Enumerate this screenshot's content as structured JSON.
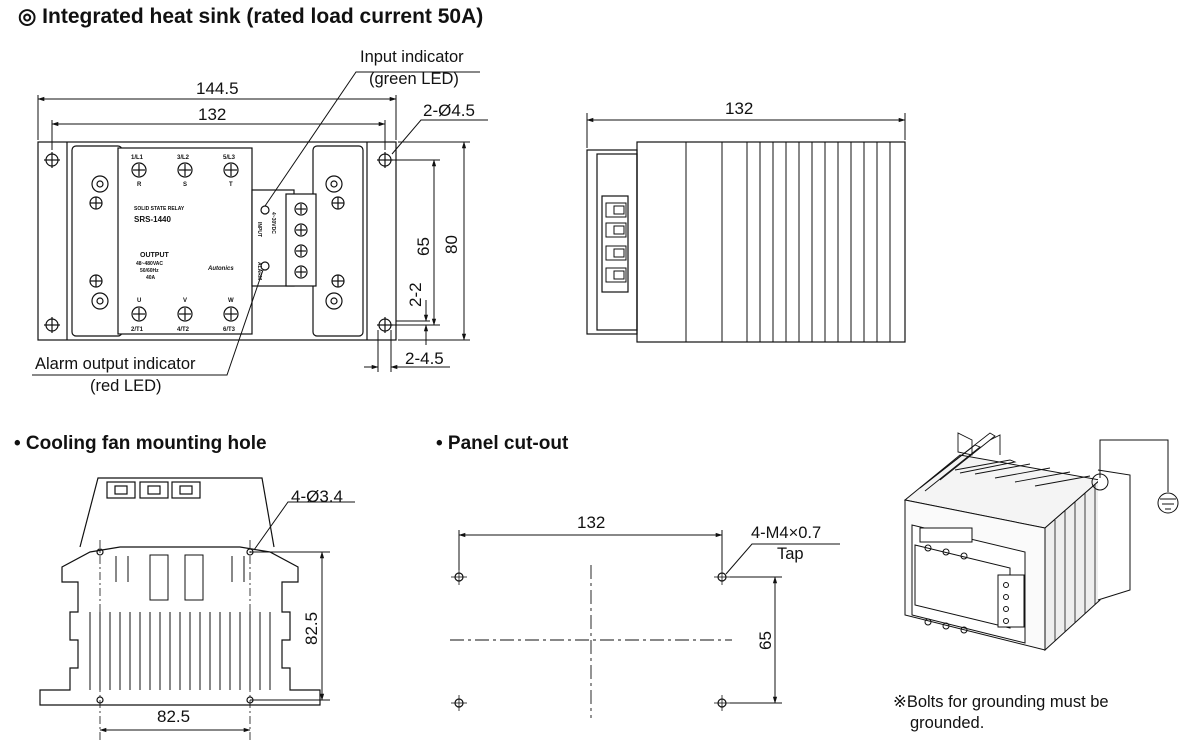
{
  "title": "◎ Integrated heat sink (rated load current 50A)",
  "sections": {
    "fan": "• Cooling fan mounting hole",
    "cutout": "• Panel cut-out"
  },
  "front_view": {
    "overall_width": "144.5",
    "hole_pitch": "132",
    "hole_callout": "2-Ø4.5",
    "height": "80",
    "hole_vertical_pitch": "65",
    "vertical_offset": "2-2",
    "horizontal_offset": "2-4.5",
    "input_indicator": [
      "Input indicator",
      "(green LED)"
    ],
    "alarm_indicator": [
      "Alarm output  indicator",
      "(red LED)"
    ],
    "relay": {
      "top_terminals": [
        "1/L1",
        "3/L2",
        "5/L3"
      ],
      "top_phases": [
        "R",
        "S",
        "T"
      ],
      "bottom_terminals": [
        "2/T1",
        "4/T2",
        "6/T3"
      ],
      "bottom_phases": [
        "U",
        "V",
        "W"
      ],
      "label1": "SOLID STATE RELAY",
      "model": "SRS-1440",
      "output": "OUTPUT",
      "voltage": "48~480VAC",
      "freq": "50/60Hz",
      "current": "40A",
      "input": "INPUT",
      "input_v": "4~30VDC",
      "alarm": "ALARM",
      "brand": "Autonics"
    }
  },
  "side_view": {
    "width": "132"
  },
  "fan_view": {
    "hole_callout": "4-Ø3.4",
    "vertical": "82.5",
    "horizontal": "82.5"
  },
  "cutout_view": {
    "width": "132",
    "height": "65",
    "tap_callout": [
      "4-M4×0.7",
      "Tap"
    ]
  },
  "ground_note": [
    "※Bolts for grounding must be",
    "grounded."
  ]
}
